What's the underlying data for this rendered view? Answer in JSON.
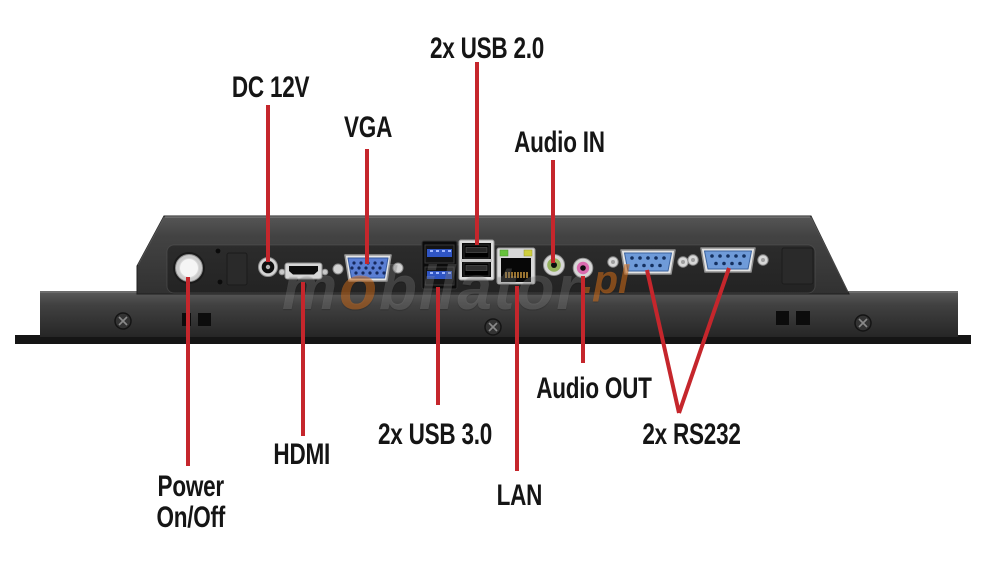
{
  "meta": {
    "title": "Panel PC bottom I/O ports diagram",
    "background": "#ffffff"
  },
  "colors": {
    "callout_line": "#c5262c",
    "label_text": "#151515",
    "chassis_gray": "#3a3a3a",
    "vga_connector_blue": "#5b7fd4",
    "rs232_connector_blue": "#6f9bd9",
    "usb3_tongue_blue": "#2f55c4",
    "audio_in_green": "#95b25c",
    "audio_out_pink": "#da6aae",
    "lan_led_green": "#66c23c",
    "lan_led_amber": "#cfcf3f",
    "watermark_orange": "#e8781a"
  },
  "watermark": {
    "part1": "m",
    "accent": "o",
    "part2": "bilator",
    "suffix": ".pl"
  },
  "labels": {
    "dc12v": "DC 12V",
    "usb20": "2x USB 2.0",
    "vga": "VGA",
    "audio_in": "Audio IN",
    "audio_out": "Audio OUT",
    "usb30": "2x USB 3.0",
    "rs232": "2x RS232",
    "hdmi": "HDMI",
    "lan": "LAN",
    "power_line1": "Power",
    "power_line2": "On/Off"
  },
  "callouts": [
    {
      "label": "Power On/Off",
      "target": "power-button"
    },
    {
      "label": "DC 12V",
      "target": "dc-power-jack"
    },
    {
      "label": "HDMI",
      "target": "hdmi-port"
    },
    {
      "label": "VGA",
      "target": "vga-port"
    },
    {
      "label": "2x USB 3.0",
      "target": "usb3-ports"
    },
    {
      "label": "2x USB 2.0",
      "target": "usb2-ports"
    },
    {
      "label": "LAN",
      "target": "lan-port"
    },
    {
      "label": "Audio IN",
      "target": "audio-in-jack"
    },
    {
      "label": "Audio OUT",
      "target": "audio-out-jack"
    },
    {
      "label": "2x RS232",
      "target": "rs232-ports"
    }
  ]
}
